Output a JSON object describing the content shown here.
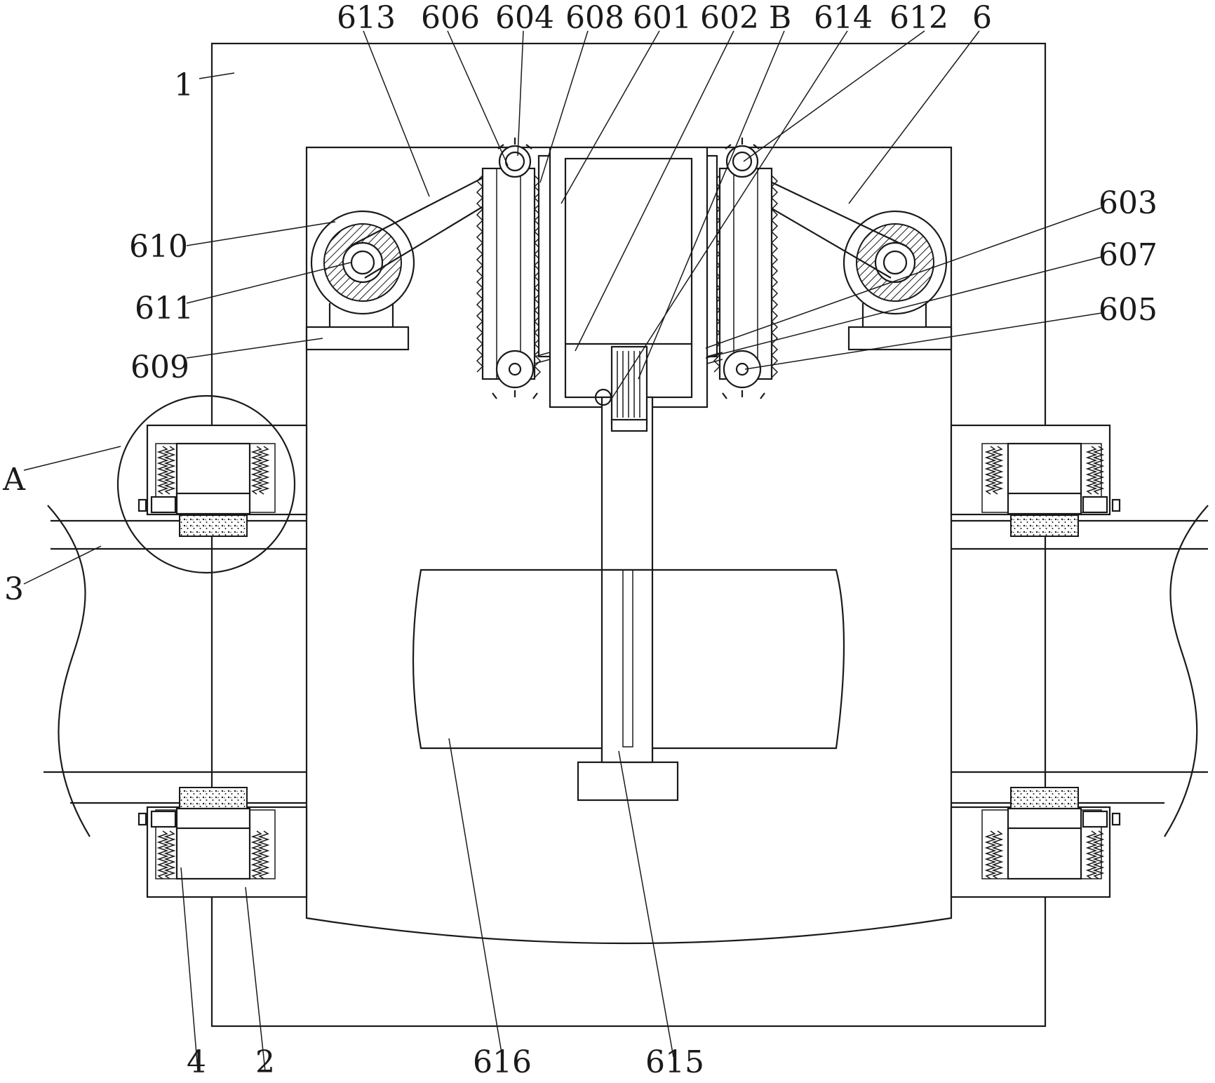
{
  "labels": {
    "l613": "613",
    "l606": "606",
    "l604": "604",
    "l608": "608",
    "l601": "601",
    "l602": "602",
    "lB": "B",
    "l614": "614",
    "l612": "612",
    "l6": "6",
    "l1": "1",
    "l610": "610",
    "l611": "611",
    "l609": "609",
    "l603": "603",
    "l607": "607",
    "l605": "605",
    "lA": "A",
    "l3": "3",
    "l4": "4",
    "l2": "2",
    "l616": "616",
    "l615": "615"
  }
}
